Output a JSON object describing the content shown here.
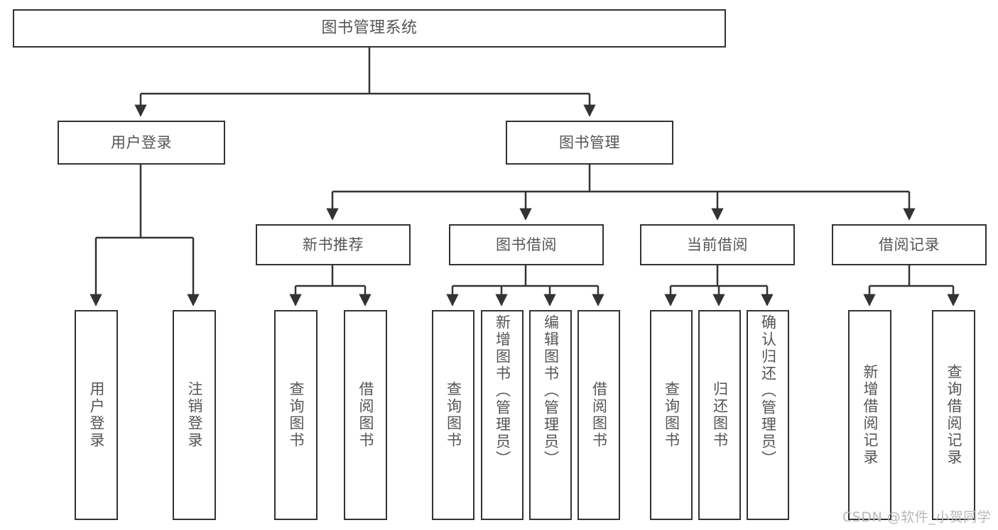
{
  "diagram": {
    "type": "tree-hierarchy-chart",
    "title": "图书管理系统",
    "colors": {
      "stroke": "#333333",
      "fill": "#ffffff",
      "text": "#555555",
      "watermark": "#b8b8b8"
    },
    "nodes": {
      "root": {
        "label": "图书管理系统"
      },
      "level2": [
        {
          "label": "用户登录"
        },
        {
          "label": "图书管理"
        }
      ],
      "level3": [
        {
          "label": "新书推荐"
        },
        {
          "label": "图书借阅"
        },
        {
          "label": "当前借阅"
        },
        {
          "label": "借阅记录"
        }
      ],
      "leaves": {
        "user_login": [
          {
            "label": "用户登录"
          },
          {
            "label": "注销登录"
          }
        ],
        "new_book_recommend": [
          {
            "label": "查询图书"
          },
          {
            "label": "借阅图书"
          }
        ],
        "book_borrow": [
          {
            "label": "查询图书"
          },
          {
            "label": "新增图书（管理员）"
          },
          {
            "label": "编辑图书（管理员）"
          },
          {
            "label": "借阅图书"
          }
        ],
        "current_borrow": [
          {
            "label": "查询图书"
          },
          {
            "label": "归还图书"
          },
          {
            "label": "确认归还（管理员）"
          }
        ],
        "borrow_record": [
          {
            "label": "新增借阅记录"
          },
          {
            "label": "查询借阅记录"
          }
        ]
      }
    },
    "watermark": "CSDN @软件_小贺同学"
  }
}
